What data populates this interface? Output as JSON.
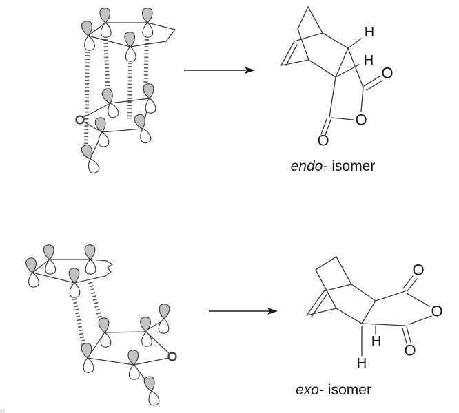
{
  "figure": {
    "description_title": ""
  },
  "colors": {
    "background": "#ffffff",
    "line": "#3b3b3b",
    "lobe_fill": "#c2c2c2",
    "lobe_empty": "#ffffff",
    "text": "#161616"
  },
  "endo": {
    "approach": {
      "oxygen_label": "O"
    },
    "product": {
      "h_top": "H",
      "h_mid": "H",
      "o_carbonyl_top": "O",
      "o_ring": "O",
      "o_carbonyl_bottom": "O"
    },
    "caption": {
      "italic": "endo-",
      "rest": "isomer"
    }
  },
  "exo": {
    "approach": {
      "oxygen_label": "O"
    },
    "product": {
      "o_carbonyl_top": "O",
      "o_ring": "O",
      "o_carbonyl_bottom": "O",
      "h_inner": "H",
      "h_outer": "H"
    },
    "caption": {
      "italic": "exo-",
      "rest": "isomer"
    }
  }
}
